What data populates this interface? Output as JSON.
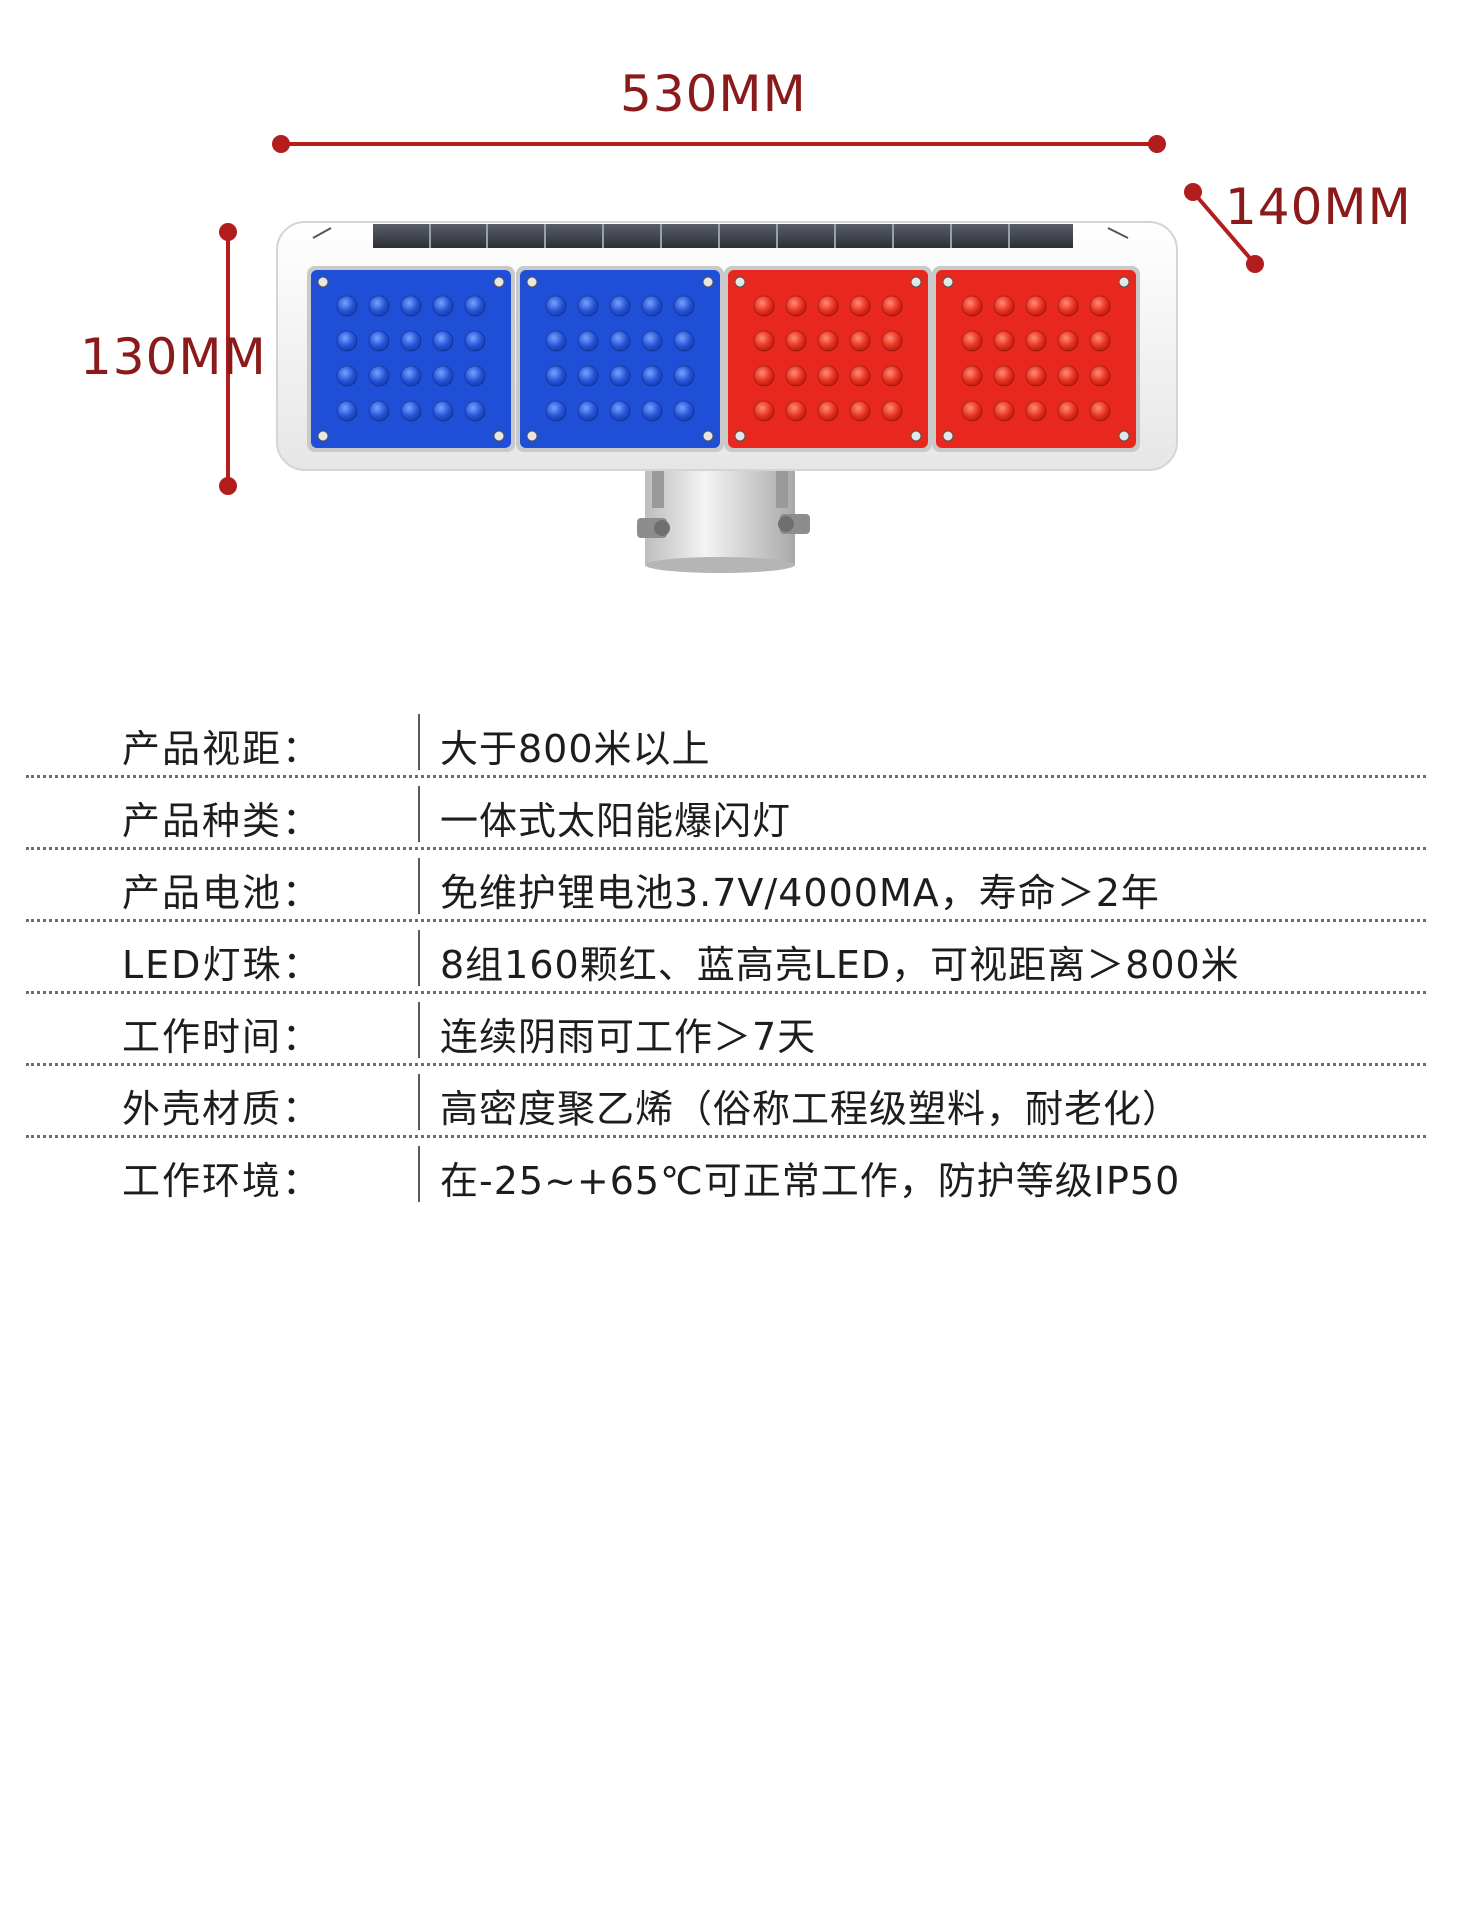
{
  "dimensions": {
    "width_label": "530MM",
    "depth_label": "140MM",
    "height_label": "130MM",
    "accent_color": "#b31d1d"
  },
  "product_image": {
    "lamp_panels": [
      "blue",
      "blue",
      "red",
      "red"
    ],
    "colors": {
      "blue": "#1f4fd6",
      "red": "#e8281f",
      "housing": "#f2f2f2",
      "solar_panel": "#3a3d44"
    }
  },
  "specs": [
    {
      "label": "产品视距：",
      "value": "大于800米以上"
    },
    {
      "label": "产品种类：",
      "value": "一体式太阳能爆闪灯"
    },
    {
      "label": "产品电池：",
      "value": "免维护锂电池3.7V/4000MA，寿命＞2年"
    },
    {
      "label": "LED灯珠：",
      "value": "8组160颗红、蓝高亮LED，可视距离＞800米"
    },
    {
      "label": "工作时间：",
      "value": "连续阴雨可工作＞7天"
    },
    {
      "label": "外壳材质：",
      "value": "高密度聚乙烯（俗称工程级塑料，耐老化）"
    },
    {
      "label": "工作环境：",
      "value": "在-25~+65℃可正常工作，防护等级IP50"
    }
  ]
}
